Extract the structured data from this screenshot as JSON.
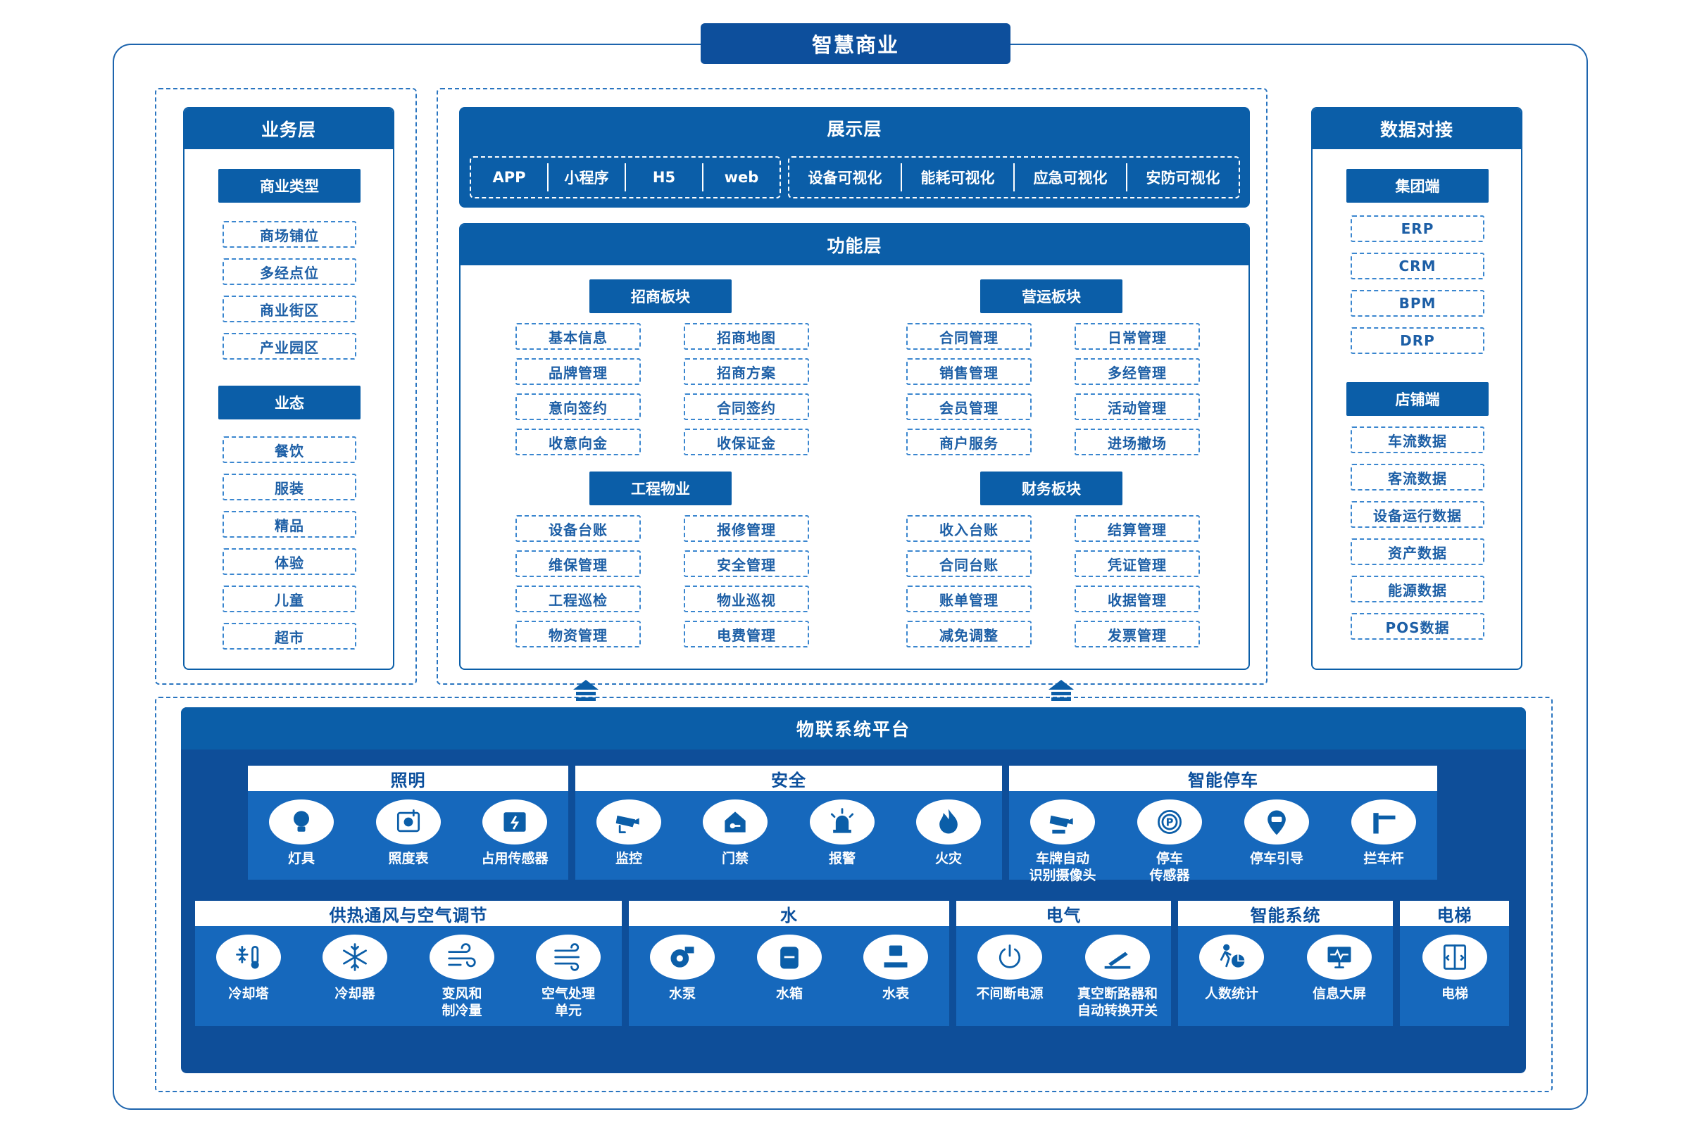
{
  "title": "智慧商业",
  "business": {
    "title": "业务层",
    "type_label": "商业类型",
    "types": [
      "商场铺位",
      "多经点位",
      "商业街区",
      "产业园区"
    ],
    "format_label": "业态",
    "formats": [
      "餐饮",
      "服装",
      "精品",
      "体验",
      "儿童",
      "超市"
    ]
  },
  "display": {
    "title": "展示层",
    "group1": [
      "APP",
      "小程序",
      "H5",
      "web"
    ],
    "group2": [
      "设备可视化",
      "能耗可视化",
      "应急可视化",
      "安防可视化"
    ]
  },
  "function": {
    "title": "功能层",
    "blocks": [
      {
        "name": "招商板块",
        "items": [
          "基本信息",
          "招商地图",
          "品牌管理",
          "招商方案",
          "意向签约",
          "合同签约",
          "收意向金",
          "收保证金"
        ]
      },
      {
        "name": "营运板块",
        "items": [
          "合同管理",
          "日常管理",
          "销售管理",
          "多经管理",
          "会员管理",
          "活动管理",
          "商户服务",
          "进场撤场"
        ]
      },
      {
        "name": "工程物业",
        "items": [
          "设备台账",
          "报修管理",
          "维保管理",
          "安全管理",
          "工程巡检",
          "物业巡视",
          "物资管理",
          "电费管理"
        ]
      },
      {
        "name": "财务板块",
        "items": [
          "收入台账",
          "结算管理",
          "合同台账",
          "凭证管理",
          "账单管理",
          "收据管理",
          "减免调整",
          "发票管理"
        ]
      }
    ]
  },
  "data_link": {
    "title": "数据对接",
    "group_label": "集团端",
    "group_items": [
      "ERP",
      "CRM",
      "BPM",
      "DRP"
    ],
    "shop_label": "店铺端",
    "shop_items": [
      "车流数据",
      "客流数据",
      "设备运行数据",
      "资产数据",
      "能源数据",
      "POS数据"
    ]
  },
  "iot": {
    "title": "物联系统平台",
    "groups": [
      {
        "name": "照明",
        "devices": [
          {
            "label": "灯具",
            "icon": "bulb-icon"
          },
          {
            "label": "照度表",
            "icon": "lux-meter-icon"
          },
          {
            "label": "占用传感器",
            "icon": "occupancy-sensor-icon"
          }
        ]
      },
      {
        "name": "安全",
        "devices": [
          {
            "label": "监控",
            "icon": "camera-icon"
          },
          {
            "label": "门禁",
            "icon": "access-control-icon"
          },
          {
            "label": "报警",
            "icon": "alarm-icon"
          },
          {
            "label": "火灾",
            "icon": "fire-icon"
          }
        ]
      },
      {
        "name": "智能停车",
        "devices": [
          {
            "label": "车牌自动\n识别摄像头",
            "icon": "plate-camera-icon"
          },
          {
            "label": "停车\n传感器",
            "icon": "parking-sensor-icon"
          },
          {
            "label": "停车引导",
            "icon": "parking-guide-icon"
          },
          {
            "label": "拦车杆",
            "icon": "barrier-gate-icon"
          }
        ]
      },
      {
        "name": "供热通风与空气调节",
        "devices": [
          {
            "label": "冷却塔",
            "icon": "cooling-tower-icon"
          },
          {
            "label": "冷却器",
            "icon": "snowflake-icon"
          },
          {
            "label": "变风和\n制冷量",
            "icon": "airflow-icon"
          },
          {
            "label": "空气处理\n单元",
            "icon": "air-handler-icon"
          }
        ]
      },
      {
        "name": "水",
        "devices": [
          {
            "label": "水泵",
            "icon": "water-pump-icon"
          },
          {
            "label": "水箱",
            "icon": "water-tank-icon"
          },
          {
            "label": "水表",
            "icon": "water-meter-icon"
          }
        ]
      },
      {
        "name": "电气",
        "devices": [
          {
            "label": "不间断电源",
            "icon": "power-icon"
          },
          {
            "label": "真空断路器和\n自动转换开关",
            "icon": "circuit-breaker-icon"
          }
        ]
      },
      {
        "name": "智能系统",
        "devices": [
          {
            "label": "人数统计",
            "icon": "people-count-icon"
          },
          {
            "label": "信息大屏",
            "icon": "info-screen-icon"
          }
        ]
      },
      {
        "name": "电梯",
        "devices": [
          {
            "label": "电梯",
            "icon": "elevator-icon"
          }
        ]
      }
    ]
  },
  "colors": {
    "primary": "#0b5ea8",
    "dark": "#0e4e99",
    "light": "#1668bc"
  }
}
